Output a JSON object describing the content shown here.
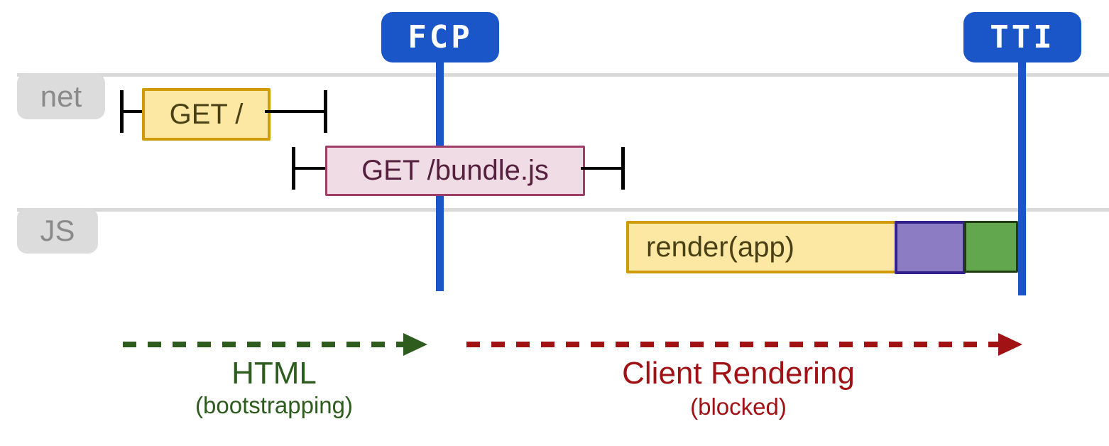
{
  "markers": {
    "fcp": "FCP",
    "tti": "TTI"
  },
  "lanes": {
    "net": {
      "label": "net",
      "requests": [
        {
          "label": "GET /"
        },
        {
          "label": "GET /bundle.js"
        }
      ]
    },
    "js": {
      "label": "JS",
      "tasks": [
        {
          "label": "render(app)",
          "color": "yellow"
        },
        {
          "label": "",
          "color": "purple"
        },
        {
          "label": "",
          "color": "green"
        }
      ]
    }
  },
  "phases": [
    {
      "title": "HTML",
      "subtitle": "(bootstrapping)",
      "color": "#2d5c1e"
    },
    {
      "title": "Client Rendering",
      "subtitle": "(blocked)",
      "color": "#a01214"
    }
  ],
  "colors": {
    "marker_blue": "#1a56c7",
    "lane_gray": "#d9d9d9",
    "lane_label_bg": "#dcdcdc",
    "lane_label_text": "#8a8a8a",
    "task_yellow_fill": "#fce8a3",
    "task_yellow_border": "#cf9b06",
    "request_pink_fill": "#f0dce4",
    "request_pink_border": "#a13e68",
    "task_purple_fill": "#8c7cc4",
    "task_purple_border": "#32208c",
    "task_green_fill": "#62a74e",
    "task_green_border": "#203d11",
    "phase_html_green": "#2d5c1e",
    "phase_client_red": "#a01214"
  }
}
